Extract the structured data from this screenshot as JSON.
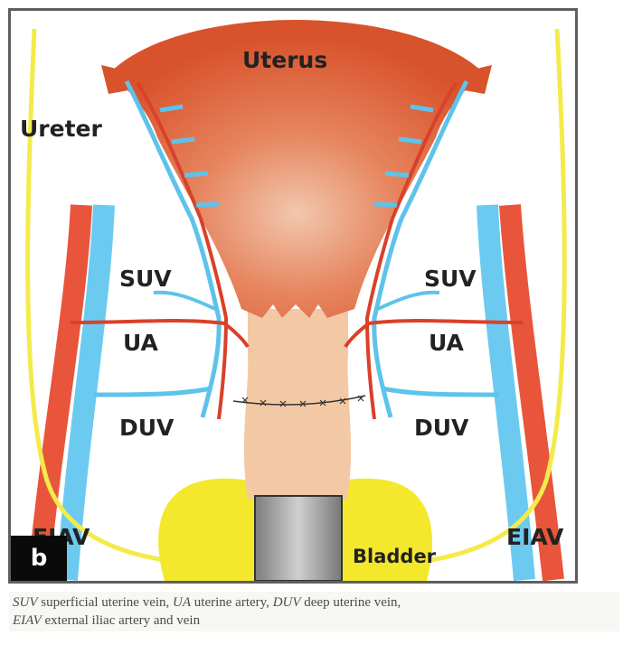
{
  "figure": {
    "panel_letter": "b",
    "labels": {
      "uterus": "Uterus",
      "ureter": "Ureter",
      "suv_left": "SUV",
      "suv_right": "SUV",
      "ua_left": "UA",
      "ua_right": "UA",
      "duv_left": "DUV",
      "duv_right": "DUV",
      "eiav_left": "EIAV",
      "eiav_right": "EIAV",
      "bladder": "Bladder"
    },
    "colors": {
      "uterus": "#d8522b",
      "artery": "#d9412a",
      "vein": "#5ec3ea",
      "ureter": "#f4ea4a",
      "bladder": "#f3e82c",
      "cervix": "#f3c8a4",
      "instrument": "#9a9a9a"
    }
  },
  "caption": {
    "abbr_suv": "SUV",
    "text_suv": " superficial uterine vein, ",
    "abbr_ua": "UA",
    "text_ua": " uterine artery, ",
    "abbr_duv": "DUV",
    "text_duv": " deep uterine vein,",
    "abbr_eiav": "EIAV",
    "text_eiav": " external iliac artery and vein"
  }
}
